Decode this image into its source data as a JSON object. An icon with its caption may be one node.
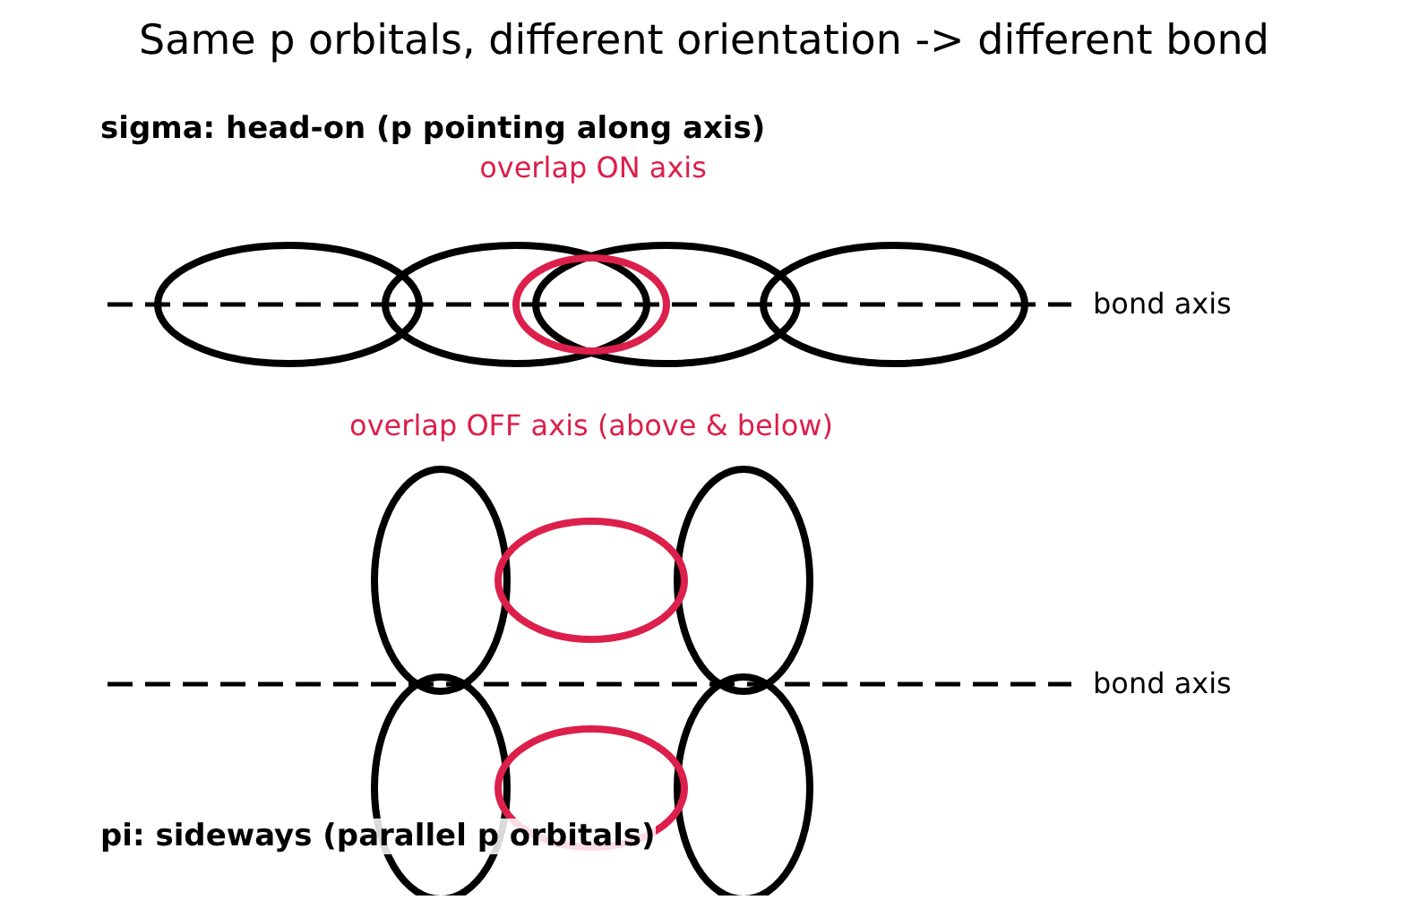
{
  "diagram": {
    "title": "Same p orbitals, different orientation -> different bond",
    "labels": [
      "sigma: head-on (p pointing along axis)",
      "overlap ON axis",
      "bond axis",
      "overlap OFF axis (above & below)",
      "bond axis",
      "pi: sideways (parallel p orbitals)"
    ]
  }
}
